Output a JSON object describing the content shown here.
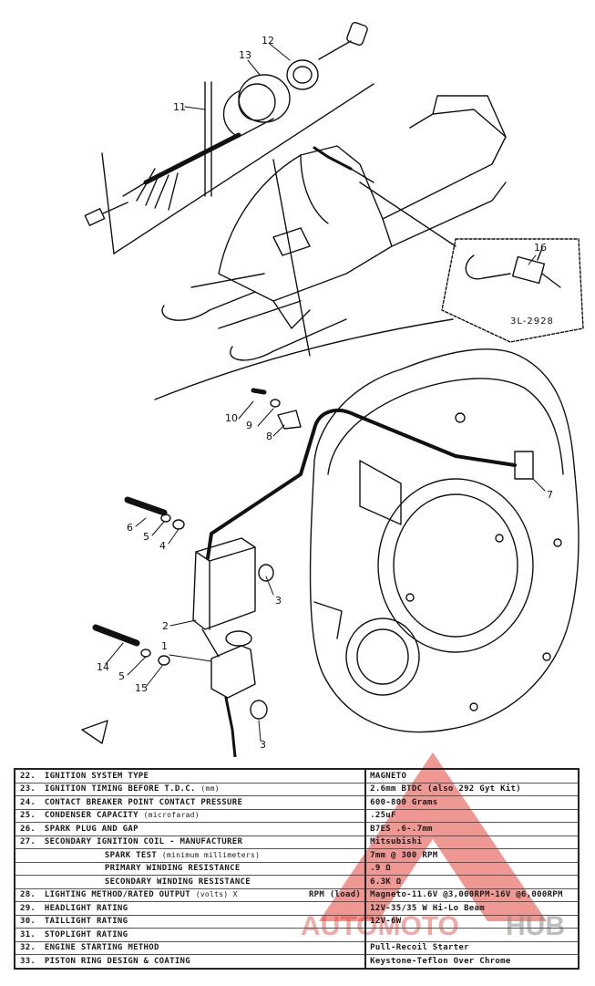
{
  "diagram": {
    "part_numbers": [
      "1",
      "2",
      "3",
      "3",
      "4",
      "5",
      "5",
      "6",
      "7",
      "8",
      "9",
      "10",
      "11",
      "12",
      "13",
      "14",
      "15",
      "16"
    ],
    "inset_code": "3L-2928"
  },
  "watermark": {
    "brand_a": "AUTOMOTO",
    "brand_b": "HUB"
  },
  "specs": {
    "rows": [
      {
        "num": "22.",
        "label": "IGNITION SYSTEM TYPE",
        "unit": "",
        "rpm": "",
        "value": "MAGNETO"
      },
      {
        "num": "23.",
        "label": "IGNITION TIMING BEFORE T.D.C.",
        "unit": "(mm)",
        "rpm": "",
        "value": "2.6mm BTDC (also 292 Gyt Kit)"
      },
      {
        "num": "24.",
        "label": "CONTACT BREAKER POINT CONTACT PRESSURE",
        "unit": "",
        "rpm": "",
        "value": "600-800 Grams"
      },
      {
        "num": "25.",
        "label": "CONDENSER CAPACITY",
        "unit": "(microfarad)",
        "rpm": "",
        "value": ".25uF"
      },
      {
        "num": "26.",
        "label": "SPARK PLUG AND GAP",
        "unit": "",
        "rpm": "",
        "value": "B7ES .6-.7mm"
      },
      {
        "num": "27.",
        "label": "SECONDARY IGNITION COIL - MANUFACTURER",
        "unit": "",
        "rpm": "",
        "value": "Mitsubishi"
      },
      {
        "num": "",
        "label": "SPARK TEST",
        "unit": "(minimum millimeters)",
        "rpm": "",
        "value": "7mm @ 300 RPM"
      },
      {
        "num": "",
        "label": "PRIMARY WINDING RESISTANCE",
        "unit": "",
        "rpm": "",
        "value": ".9 Ω"
      },
      {
        "num": "",
        "label": "SECONDARY WINDING RESISTANCE",
        "unit": "",
        "rpm": "",
        "value": "6.3K Ω"
      },
      {
        "num": "28.",
        "label": "LIGHTING METHOD/RATED OUTPUT",
        "unit": "(volts) X",
        "rpm": "RPM (load)",
        "value": "Magneto-11.6V @3,000RPM-16V @6,000RPM"
      },
      {
        "num": "29.",
        "label": "HEADLIGHT RATING",
        "unit": "",
        "rpm": "",
        "value": "12V-35/35 W Hi-Lo Beam"
      },
      {
        "num": "30.",
        "label": "TAILLIGHT RATING",
        "unit": "",
        "rpm": "",
        "value": "12V-6W"
      },
      {
        "num": "31.",
        "label": "STOPLIGHT RATING",
        "unit": "",
        "rpm": "",
        "value": ""
      },
      {
        "num": "32.",
        "label": "ENGINE STARTING METHOD",
        "unit": "",
        "rpm": "",
        "value": "Pull-Recoil Starter"
      },
      {
        "num": "33.",
        "label": "PISTON RING DESIGN & COATING",
        "unit": "",
        "rpm": "",
        "value": "Keystone-Teflon Over Chrome"
      }
    ]
  }
}
